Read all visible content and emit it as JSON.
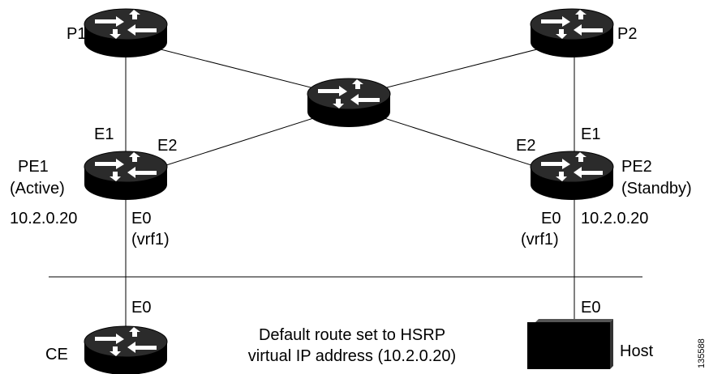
{
  "devices": {
    "p1": {
      "label": "P1"
    },
    "p2": {
      "label": "P2"
    },
    "core": {
      "label": ""
    },
    "pe1": {
      "label": "PE1",
      "role": "(Active)",
      "ip": "10.2.0.20",
      "vrf": "(vrf1)"
    },
    "pe2": {
      "label": "PE2",
      "role": "(Standby)",
      "ip": "10.2.0.20",
      "vrf": "(vrf1)"
    },
    "ce": {
      "label": "CE"
    },
    "host": {
      "label": "Host"
    }
  },
  "interfaces": {
    "pe1_e1": "E1",
    "pe1_e2": "E2",
    "pe1_e0": "E0",
    "pe2_e1": "E1",
    "pe2_e2": "E2",
    "pe2_e0": "E0",
    "ce_e0": "E0",
    "host_e0": "E0"
  },
  "note": {
    "line1": "Default route set to HSRP",
    "line2": "virtual IP address (10.2.0.20)"
  },
  "figure_id": "135588",
  "colors": {
    "router_body": "#000000",
    "router_arrows": "#ffffff",
    "router_top": "#3a3a3a"
  }
}
